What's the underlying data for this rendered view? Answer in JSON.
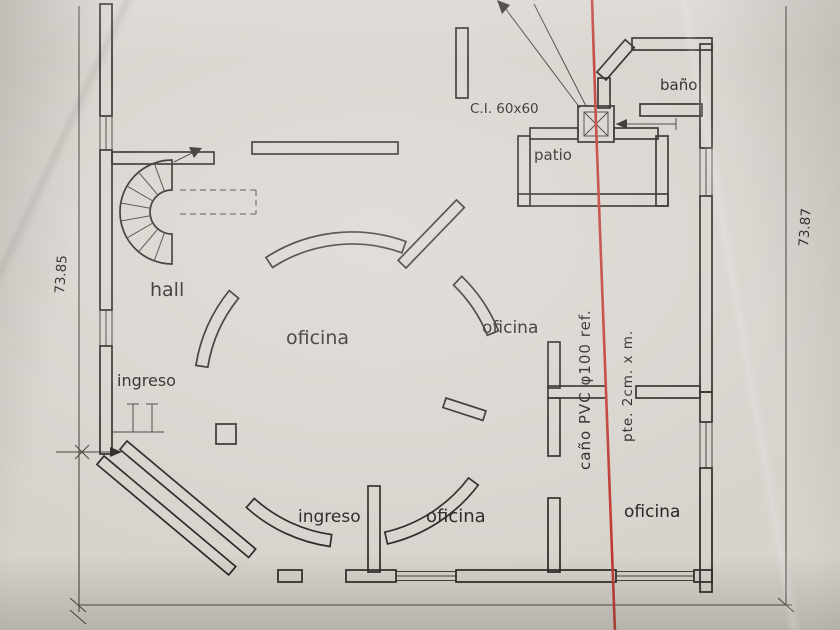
{
  "rooms": {
    "hall": "hall",
    "banio": "baño",
    "patio": "patio",
    "oficina_center": "oficina",
    "oficina_right": "oficina",
    "oficina_bottom_center": "oficina",
    "oficina_bottom_right": "oficina",
    "ingreso_left": "ingreso",
    "ingreso_bottom": "ingreso"
  },
  "annotations": {
    "inspection_chamber": "C.I. 60x60",
    "pipe": "caño PVC φ100 ref.",
    "pipe_slope": "pte. 2cm. x m.",
    "dim_left": "73.85",
    "dim_right": "73.87"
  },
  "colors": {
    "ink": "#2a2522",
    "pipe": "#bf3a32",
    "paper": "#d7d3cd"
  }
}
